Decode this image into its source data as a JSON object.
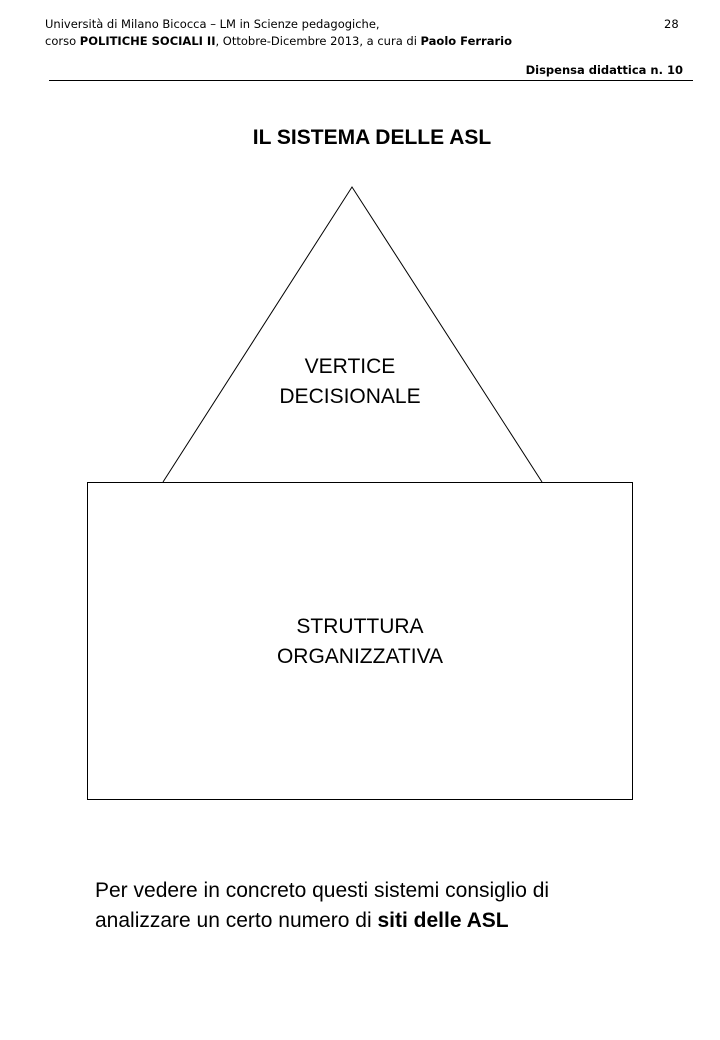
{
  "header": {
    "line1": "Università di Milano Bicocca – LM in Scienze pedagogiche,",
    "line2_prefix": "corso ",
    "course": "POLITICHE SOCIALI II",
    "line2_mid": ", Ottobre-Dicembre 2013,  a cura di ",
    "author": "Paolo Ferrario",
    "page_number": "28",
    "dispensa": "Dispensa didattica n. 10"
  },
  "title": "IL SISTEMA DELLE ASL",
  "diagram": {
    "triangle_label": [
      "VERTICE",
      "DECISIONALE"
    ],
    "box_label": [
      "STRUTTURA",
      "ORGANIZZATIVA"
    ]
  },
  "note": {
    "line1": "Per vedere in concreto questi sistemi consiglio di",
    "line2_prefix": "analizzare un certo numero di ",
    "line2_bold": "siti delle ASL"
  }
}
